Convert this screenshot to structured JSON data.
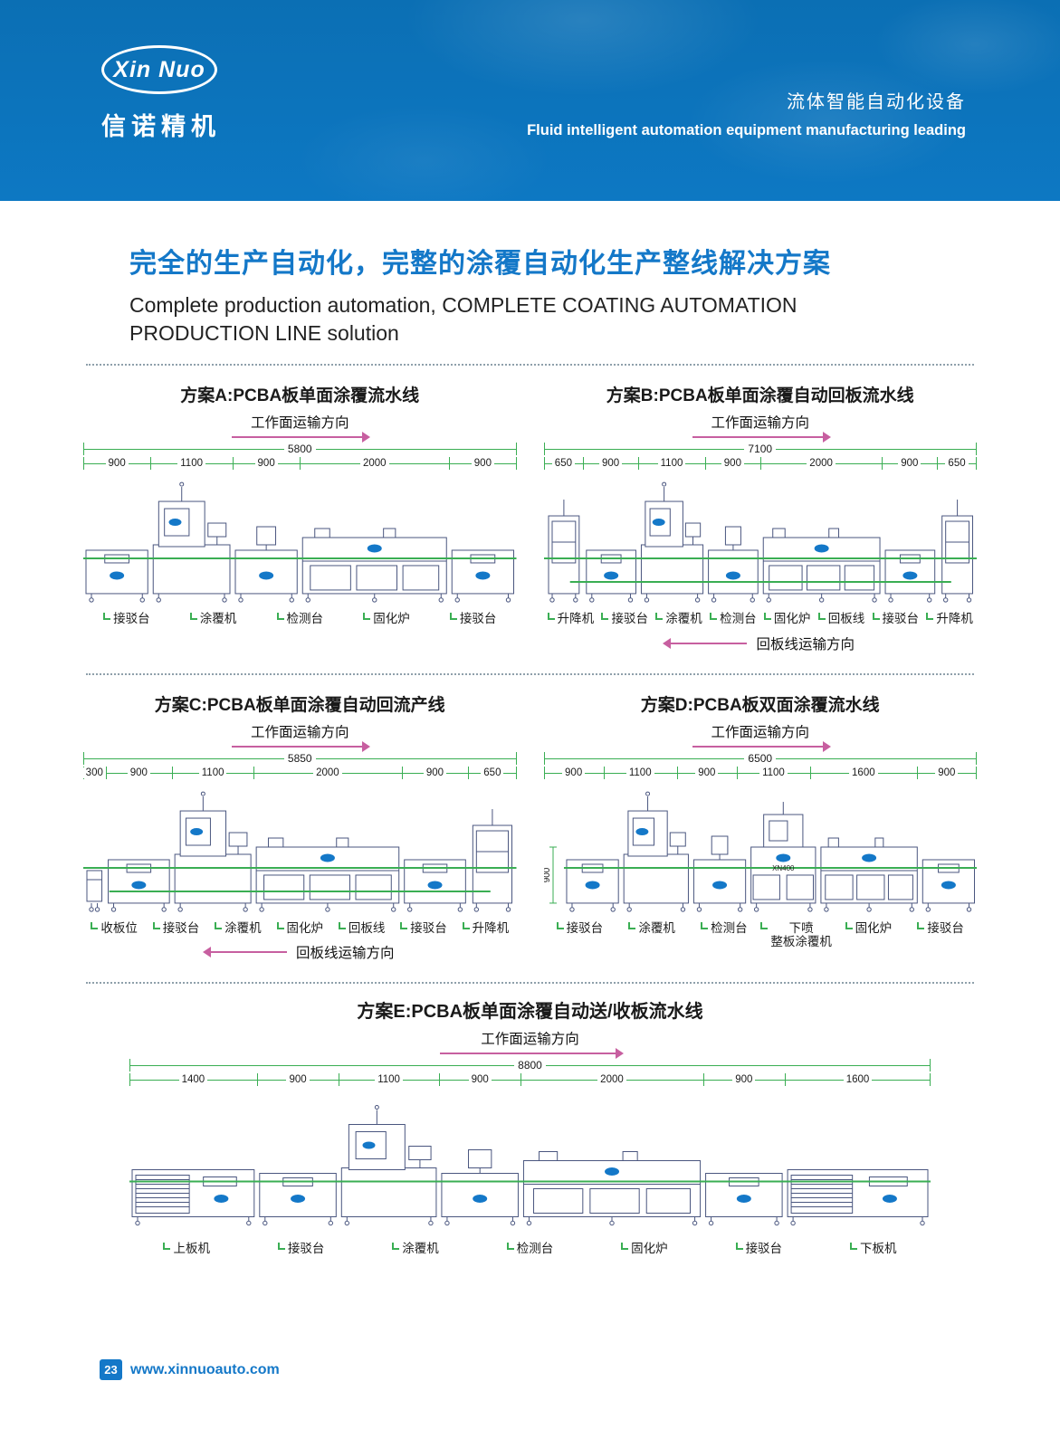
{
  "header": {
    "logo_main": "Xin Nuo",
    "logo_sub": "信诺精机",
    "tagline_cn": "流体智能自动化设备",
    "tagline_en": "Fluid intelligent automation equipment manufacturing leading"
  },
  "intro": {
    "title_cn": "完全的生产自动化，完整的涂覆自动化生产整线解决方案",
    "title_en_line1": "Complete production automation, COMPLETE COATING AUTOMATION",
    "title_en_line2": "PRODUCTION LINE solution"
  },
  "colors": {
    "dimension_green": "#3aae53",
    "arrow_magenta": "#c75fa0",
    "accent_blue": "#1478c8",
    "machine_outline": "#4a567f"
  },
  "schemes": [
    {
      "name": "A",
      "title": "方案A:PCBA板单面涂覆流水线",
      "work_direction": "工作面运输方向",
      "total": "5800",
      "segments": [
        "900",
        "1100",
        "900",
        "2000",
        "900"
      ],
      "labels": [
        "接驳台",
        "涂覆机",
        "检测台",
        "固化炉",
        "接驳台"
      ],
      "machines": [
        "table",
        "coater",
        "inspect",
        "oven",
        "table"
      ]
    },
    {
      "name": "B",
      "title": "方案B:PCBA板单面涂覆自动回板流水线",
      "work_direction": "工作面运输方向",
      "total": "7100",
      "segments": [
        "650",
        "900",
        "1100",
        "900",
        "2000",
        "900",
        "650"
      ],
      "labels": [
        "升降机",
        "接驳台",
        "涂覆机",
        "检测台",
        "固化炉",
        "回板线",
        "接驳台",
        "升降机"
      ],
      "machines": [
        "lift",
        "table",
        "coater",
        "inspect",
        "oven",
        "table",
        "lift"
      ],
      "has_return_line": true,
      "return_direction": "回板线运输方向"
    },
    {
      "name": "C",
      "title": "方案C:PCBA板单面涂覆自动回流产线",
      "work_direction": "工作面运输方向",
      "total": "5850",
      "segments": [
        "300",
        "900",
        "1100",
        "2000",
        "900",
        "650"
      ],
      "labels": [
        "收板位",
        "接驳台",
        "涂覆机",
        "固化炉",
        "回板线",
        "接驳台",
        "升降机"
      ],
      "machines": [
        "collect",
        "table",
        "coater",
        "oven",
        "table",
        "lift"
      ],
      "has_return_line": true,
      "return_direction": "回板线运输方向"
    },
    {
      "name": "D",
      "title": "方案D:PCBA板双面涂覆流水线",
      "work_direction": "工作面运输方向",
      "total": "6500",
      "segments": [
        "900",
        "1100",
        "900",
        "1100",
        "1600",
        "900"
      ],
      "side_dim": "900",
      "machine_badge": "XN400",
      "labels": [
        "接驳台",
        "涂覆机",
        "检测台",
        "下喷\n整板涂覆机",
        "固化炉",
        "接驳台"
      ],
      "machines": [
        "table",
        "coater",
        "inspect",
        "spray",
        "oven",
        "table"
      ]
    },
    {
      "name": "E",
      "title": "方案E:PCBA板单面涂覆自动送/收板流水线",
      "work_direction": "工作面运输方向",
      "total": "8800",
      "segments": [
        "1400",
        "900",
        "1100",
        "900",
        "2000",
        "900",
        "1600"
      ],
      "labels": [
        "上板机",
        "接驳台",
        "涂覆机",
        "检测台",
        "固化炉",
        "接驳台",
        "下板机"
      ],
      "machines": [
        "loader",
        "table",
        "coater",
        "inspect",
        "oven",
        "table",
        "loader"
      ]
    }
  ],
  "footer": {
    "page_number": "23",
    "website": "www.xinnuoauto.com"
  }
}
